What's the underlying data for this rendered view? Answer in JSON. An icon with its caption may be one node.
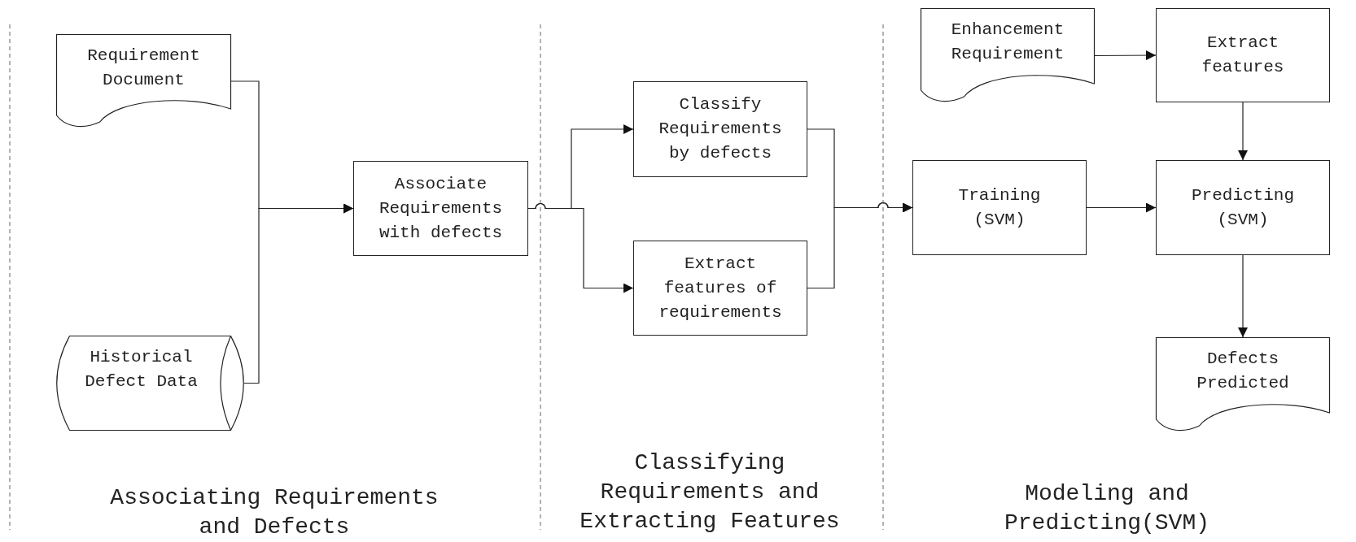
{
  "diagram": {
    "nodes": [
      {
        "text": [
          "Requirement Document"
        ]
      },
      {
        "text": [
          "Historical Defect Data"
        ]
      },
      {
        "text": [
          "Associate Requirements with defects"
        ]
      },
      {
        "text": [
          "Classify Requirements by defects"
        ]
      },
      {
        "text": [
          "Extract features of requirements"
        ]
      },
      {
        "text": [
          "Training (SVM)"
        ]
      },
      {
        "text": [
          "Enhancement Requirement"
        ]
      },
      {
        "text": [
          "Extract features"
        ]
      },
      {
        "text": [
          "Predicting (SVM)"
        ]
      },
      {
        "text": [
          "Defects Predicted"
        ]
      }
    ],
    "edges": [
      {
        "from": 0,
        "to": 2,
        "arrow": "to"
      },
      {
        "from": 1,
        "to": 2,
        "arrow": "to"
      },
      {
        "from": 2,
        "to": 3,
        "arrow": "to"
      },
      {
        "from": 2,
        "to": 4,
        "arrow": "to"
      },
      {
        "from": 3,
        "to": 5,
        "arrow": "to"
      },
      {
        "from": 4,
        "to": 5,
        "arrow": "to"
      },
      {
        "from": 6,
        "to": 7,
        "arrow": "to"
      },
      {
        "from": 7,
        "to": 8,
        "arrow": "to"
      },
      {
        "from": 5,
        "to": 8,
        "arrow": "to"
      },
      {
        "from": 8,
        "to": 9,
        "arrow": "to"
      }
    ],
    "labels": [
      "Associating Requirements and Defects",
      "Classifying Requirements and Extracting Features",
      "Modeling and Predicting(SVM)"
    ]
  }
}
